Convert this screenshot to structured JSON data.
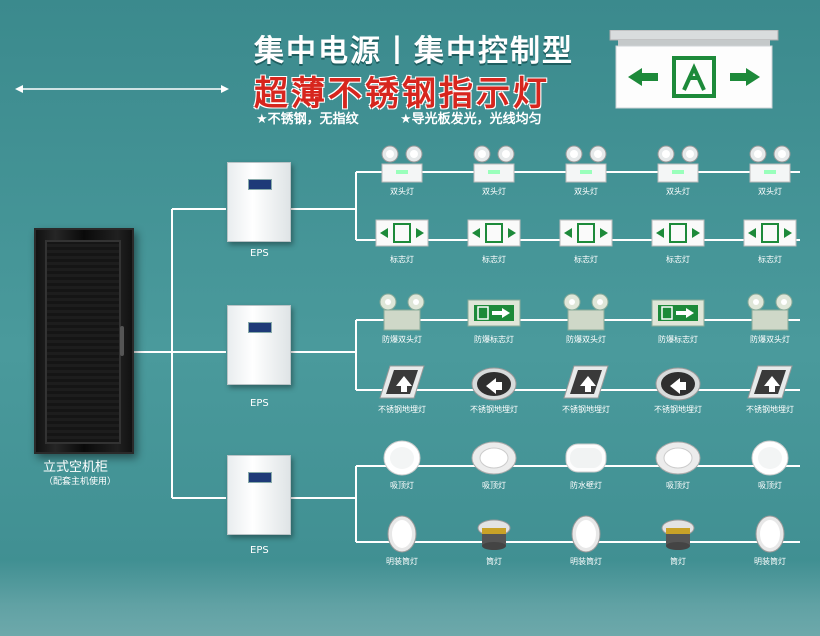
{
  "header": {
    "title_line1": "集中电源丨集中控制型",
    "title_line2": "超薄不锈钢指示灯",
    "feature1": "★不锈钢，无指纹",
    "feature2": "★导光板发光，光线均匀"
  },
  "colors": {
    "background": "#3f8f92",
    "title_red": "#d7261e",
    "exit_green": "#1d8a3a",
    "wire": "#ffffff"
  },
  "rack": {
    "label": "立式空机柜",
    "sublabel": "（配套主机使用）"
  },
  "eps_units": [
    {
      "label": "EPS"
    },
    {
      "label": "EPS"
    },
    {
      "label": "EPS"
    }
  ],
  "rows": [
    {
      "items": [
        "双头灯",
        "双头灯",
        "双头灯",
        "双头灯",
        "双头灯"
      ],
      "icon": "twin-head-lamp-icon"
    },
    {
      "items": [
        "标志灯",
        "标志灯",
        "标志灯",
        "标志灯",
        "标志灯"
      ],
      "icon": "exit-sign-icon"
    },
    {
      "items": [
        "防爆双头灯",
        "防爆标志灯",
        "防爆双头灯",
        "防爆标志灯",
        "防爆双头灯"
      ],
      "icon": "explosion-proof-icon"
    },
    {
      "items": [
        "不锈钢地埋灯",
        "不锈钢地埋灯",
        "不锈钢地埋灯",
        "不锈钢地埋灯",
        "不锈钢地埋灯"
      ],
      "icon": "floor-lamp-icon"
    },
    {
      "items": [
        "吸顶灯",
        "吸顶灯",
        "防水壁灯",
        "吸顶灯",
        "吸顶灯"
      ],
      "icon": "ceiling-lamp-icon"
    },
    {
      "items": [
        "明装筒灯",
        "筒灯",
        "明装筒灯",
        "筒灯",
        "明装筒灯"
      ],
      "icon": "downlight-icon"
    }
  ]
}
